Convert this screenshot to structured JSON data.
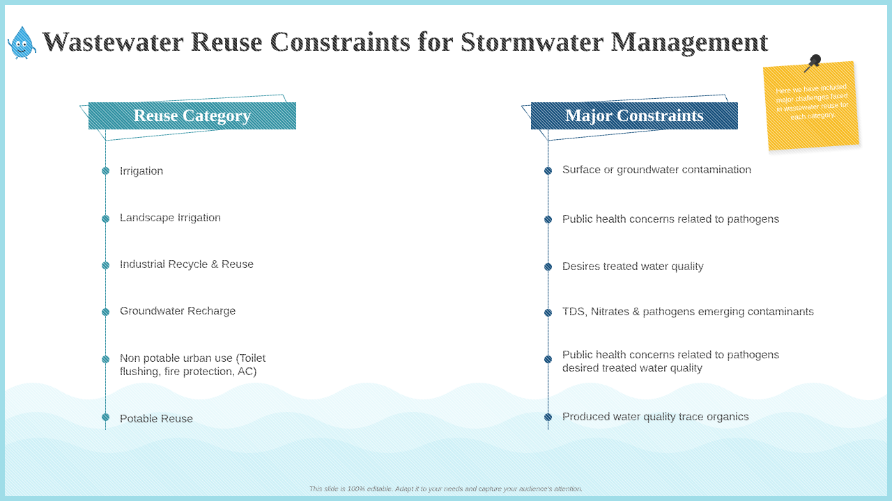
{
  "slide": {
    "title": "Wastewater Reuse Constraints for Stormwater Management",
    "footer": "This slide is 100% editable. Adapt it to your needs and capture your audience's attention."
  },
  "left_column": {
    "header": "Reuse Category",
    "items": [
      {
        "text": "Irrigation"
      },
      {
        "text": "Landscape Irrigation"
      },
      {
        "text": "Industrial  Recycle & Reuse"
      },
      {
        "text": "Groundwater  Recharge"
      },
      {
        "text": "Non potable urban use (Toilet flushing,  fire protection, AC)"
      },
      {
        "text": "Potable Reuse"
      }
    ]
  },
  "right_column": {
    "header": "Major Constraints",
    "items": [
      {
        "text": "Surface or groundwater  contamination"
      },
      {
        "text": "Public health  concerns related to pathogens"
      },
      {
        "text": "Desires treated water quality"
      },
      {
        "text": "TDS, Nitrates & pathogens emerging contaminants"
      },
      {
        "text": "Public health  concerns related to pathogens desired treated water quality"
      },
      {
        "text": "Produced water quality trace organics"
      }
    ]
  },
  "sticky_note": {
    "text": "Here we have included major challenges faced in wastewater reuse for each category."
  },
  "colors": {
    "teal": "#2b8ea0",
    "navy": "#0f4a78",
    "note": "#f7b91b",
    "wave": "#d6f4fa"
  },
  "icons": {
    "mascot": "water-drop-mascot-icon",
    "pin": "push-pin-icon"
  }
}
